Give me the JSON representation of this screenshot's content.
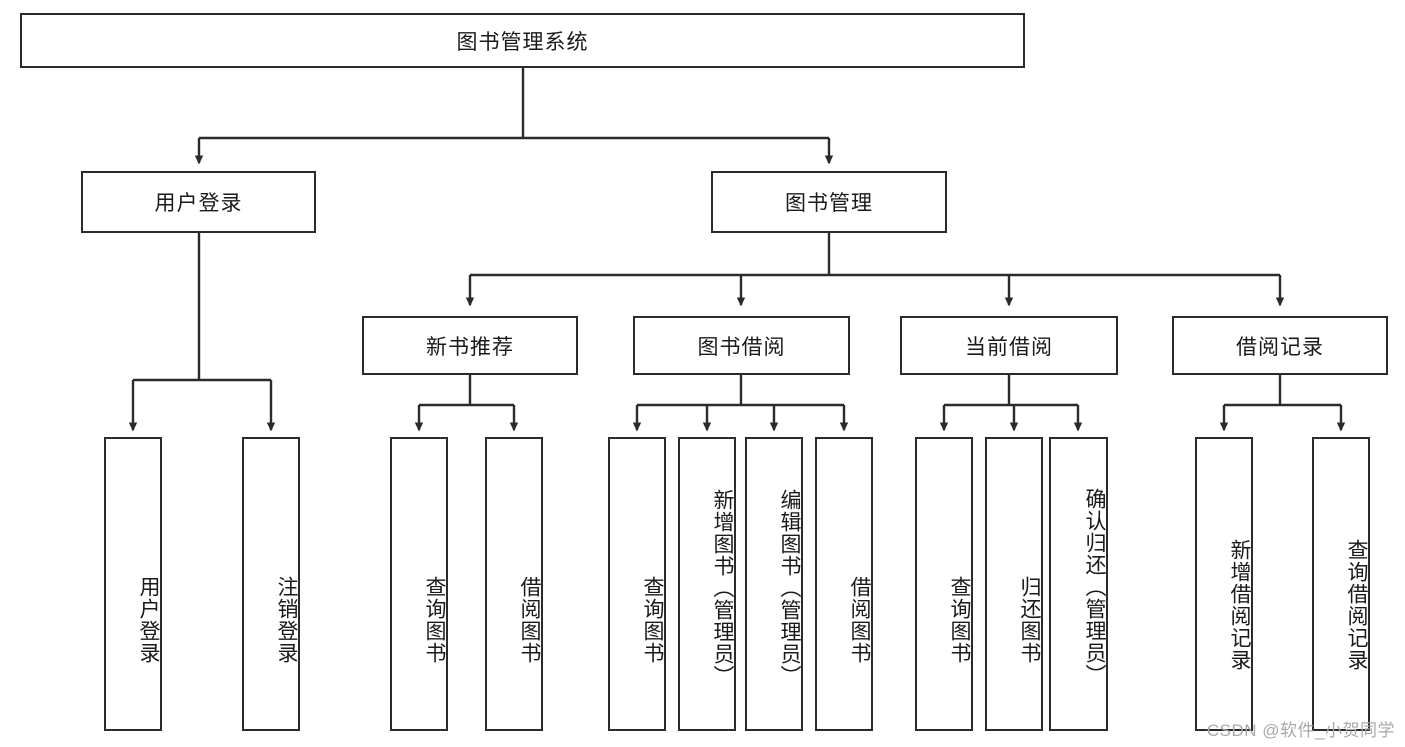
{
  "diagram": {
    "title": "图书管理系统",
    "type": "tree-hierarchy-diagram",
    "colors": {
      "box_border": "#2b2b2b",
      "box_fill": "#ffffff",
      "edge": "#2b2b2b",
      "text": "#1a1a1a",
      "watermark": "#a9a9a9"
    },
    "root": {
      "label": "图书管理系统"
    },
    "level2": [
      {
        "label": "用户登录"
      },
      {
        "label": "图书管理"
      }
    ],
    "level3": [
      {
        "label": "新书推荐"
      },
      {
        "label": "图书借阅"
      },
      {
        "label": "当前借阅"
      },
      {
        "label": "借阅记录"
      }
    ],
    "leaves": {
      "user_login": [
        {
          "label": "用户登录"
        },
        {
          "label": "注销登录"
        }
      ],
      "new_book_recommend": [
        {
          "label": "查询图书"
        },
        {
          "label": "借阅图书"
        }
      ],
      "book_borrow": [
        {
          "label": "查询图书"
        },
        {
          "label": "新增图书（管理员）"
        },
        {
          "label": "编辑图书（管理员）"
        },
        {
          "label": "借阅图书"
        }
      ],
      "current_borrow": [
        {
          "label": "查询图书"
        },
        {
          "label": "归还图书"
        },
        {
          "label": "确认归还（管理员）"
        }
      ],
      "borrow_record": [
        {
          "label": "新增借阅记录"
        },
        {
          "label": "查询借阅记录"
        }
      ]
    },
    "watermark": "CSDN @软件_小贺同学"
  }
}
